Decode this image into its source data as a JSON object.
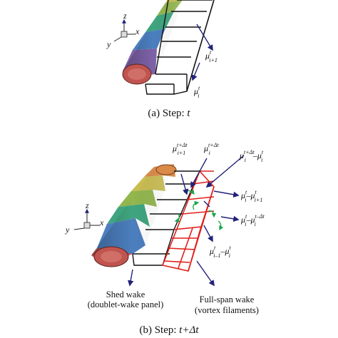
{
  "panel_a": {
    "axes": {
      "z": "z",
      "x": "x",
      "y": "y"
    },
    "mu_t_i_plus_1": {
      "base": "μ",
      "sup": "t",
      "sub": "i+1"
    },
    "mu_t_i": {
      "base": "μ",
      "sup": "t",
      "sub": "i"
    },
    "caption_prefix": "(a) Step: ",
    "caption_var": "t"
  },
  "panel_b": {
    "axes": {
      "z": "z",
      "x": "x",
      "y": "y"
    },
    "mu_top_left": {
      "base": "μ",
      "sup": "t+Δt",
      "sub": "i+1"
    },
    "mu_top_right": {
      "base": "μ",
      "sup": "t+Δt",
      "sub": "i"
    },
    "diff_1": {
      "a_base": "μ",
      "a_sup": "t+Δt",
      "a_sub": "i",
      "op": "–",
      "b_base": "μ",
      "b_sup": "t",
      "b_sub": "i"
    },
    "diff_2": {
      "a_base": "μ",
      "a_sup": "t",
      "a_sub": "i",
      "op": "–",
      "b_base": "μ",
      "b_sup": "t",
      "b_sub": "i+1"
    },
    "diff_3": {
      "a_base": "μ",
      "a_sup": "t",
      "a_sub": "i",
      "op": "–",
      "b_base": "μ",
      "b_sup": "t–Δt",
      "b_sub": "i"
    },
    "diff_4": {
      "a_base": "μ",
      "a_sup": "t",
      "a_sub": "i–1",
      "op": "–",
      "b_base": "μ",
      "b_sup": "t",
      "b_sub": "i"
    },
    "shed_wake_line1": "Shed wake",
    "shed_wake_line2": "(doublet-wake panel)",
    "fullspan_line1": "Full-span wake",
    "fullspan_line2": "(vortex filaments)",
    "caption_prefix": "(b) Step: ",
    "caption_var": "t+Δt"
  },
  "colors": {
    "wake_red": "#e0201b",
    "arrow_navy": "#22227a",
    "curl_green": "#14a64a",
    "wing_bands": [
      "#c0544e",
      "#7d62a8",
      "#4c7fbf",
      "#3fa57f",
      "#93b64e",
      "#c9bd52",
      "#d98a47"
    ]
  }
}
